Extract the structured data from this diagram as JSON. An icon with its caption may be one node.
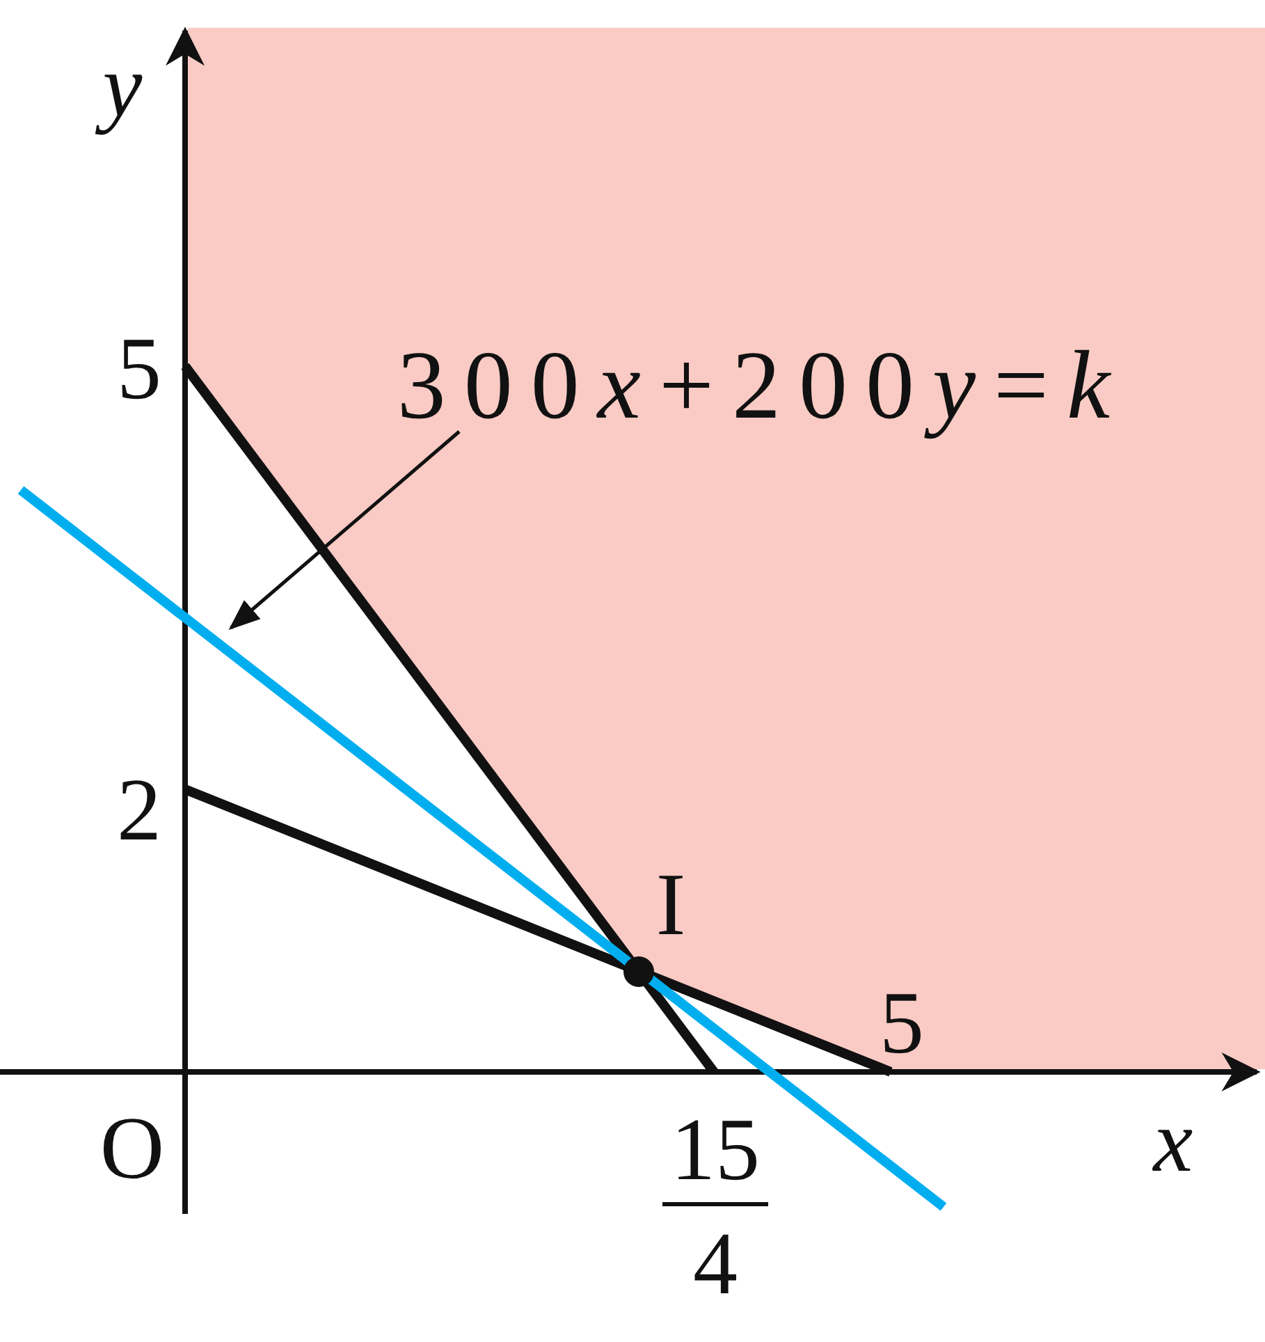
{
  "diagram": {
    "nodes": [
      {
        "text": [
          "300x+200y=k"
        ]
      },
      {
        "text": [],
        "shape": "line"
      }
    ],
    "edges": [
      {
        "from": 0,
        "to": 1,
        "arrow": "to"
      }
    ],
    "labels": [
      "y",
      "5",
      "2",
      "I",
      "5",
      "O",
      "x",
      "15",
      "4"
    ]
  }
}
